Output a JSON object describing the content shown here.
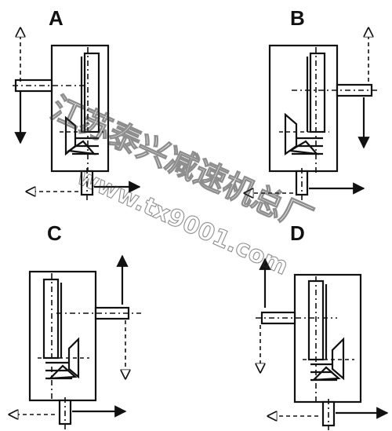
{
  "panels": [
    {
      "id": "A",
      "label": "A"
    },
    {
      "id": "B",
      "label": "B"
    },
    {
      "id": "C",
      "label": "C"
    },
    {
      "id": "D",
      "label": "D"
    }
  ],
  "watermark": {
    "company": "江苏泰兴减速机总厂",
    "site": "www.tx9001.com"
  }
}
